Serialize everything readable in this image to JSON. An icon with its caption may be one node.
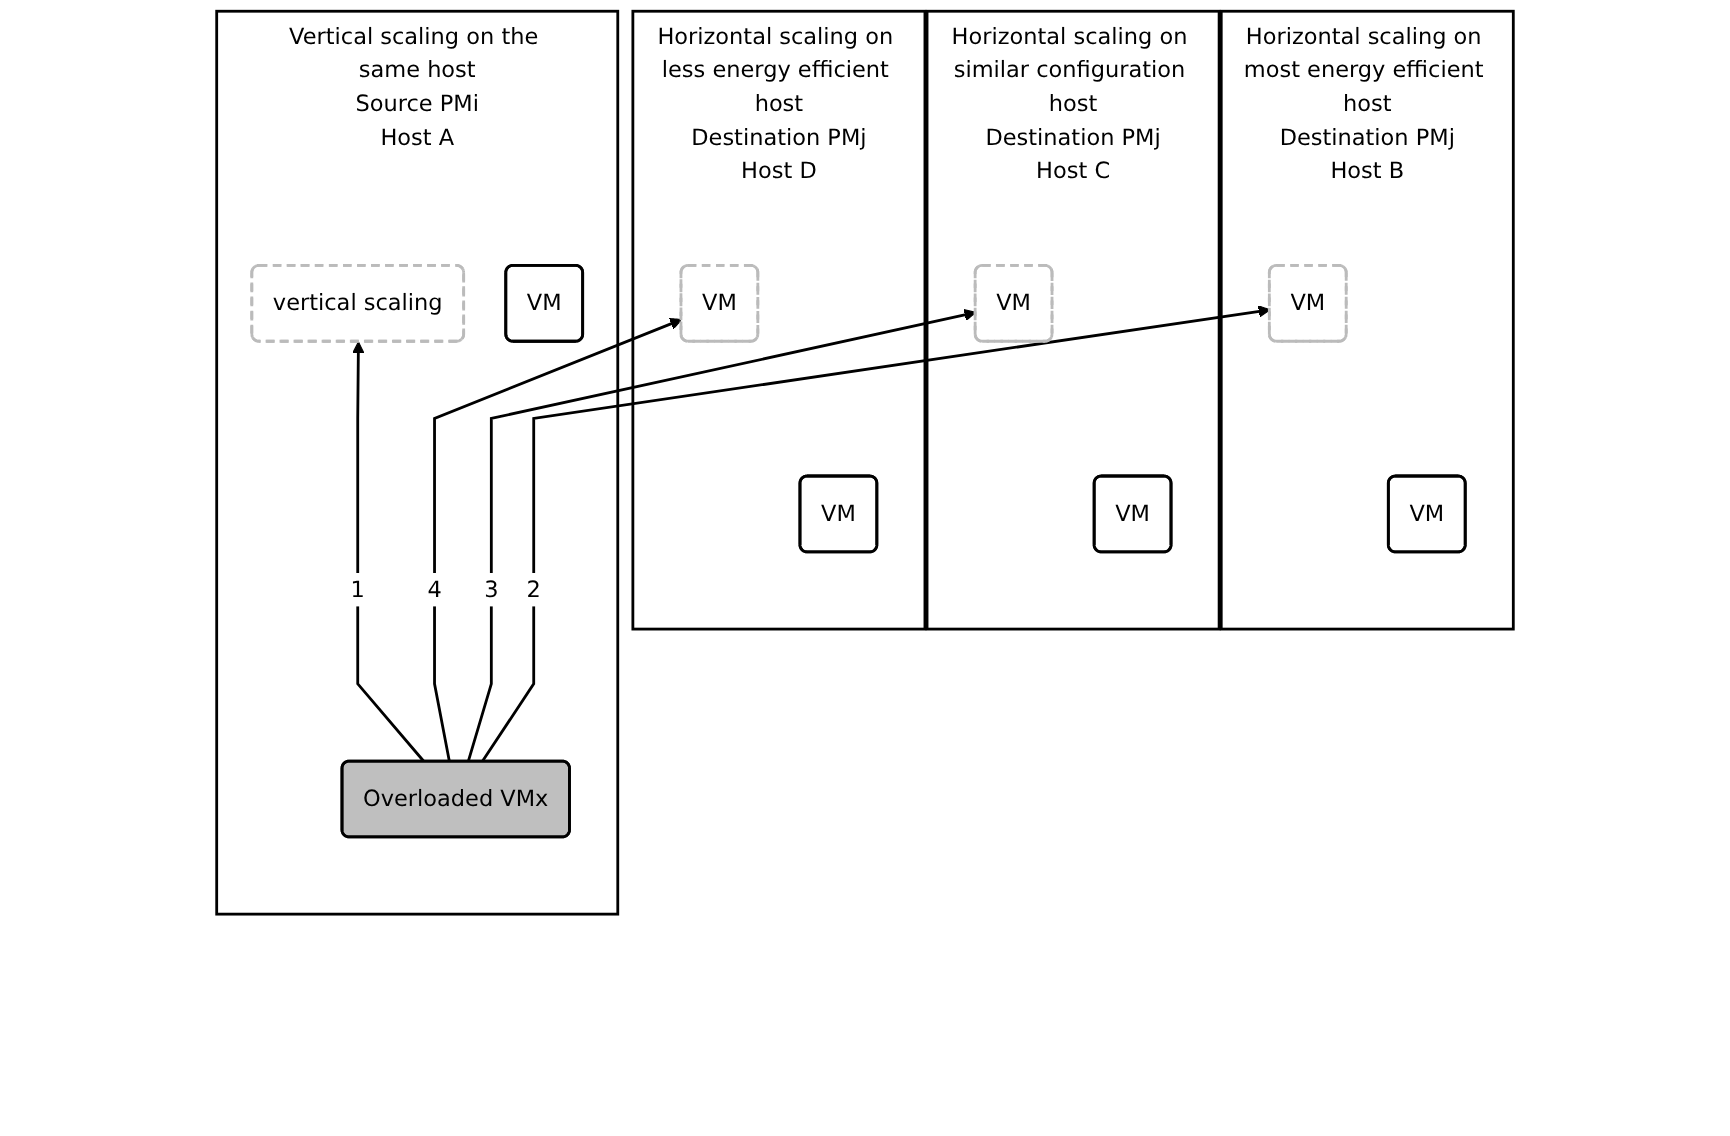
{
  "diagram": {
    "nodes": [
      {
        "text": [
          "Horizontal scaling on less energy efficient host",
          "Destination PMj",
          "Host D"
        ]
      },
      {
        "text": [
          "VM"
        ],
        "in": 0
      },
      {
        "text": [
          "VM"
        ],
        "in": 0
      },
      {
        "text": [
          "Horizontal scaling on similar configuration host",
          "Destination PMj",
          "Host C"
        ]
      },
      {
        "text": [
          "VM"
        ],
        "in": 3
      },
      {
        "text": [
          "VM"
        ],
        "in": 3
      },
      {
        "text": [
          "Horizontal scaling on most energy efficient host",
          "Destination PMj",
          "Host B"
        ]
      },
      {
        "text": [
          "VM"
        ],
        "in": 6
      },
      {
        "text": [
          "VM"
        ],
        "in": 6
      },
      {
        "text": [
          "Vertical scaling on the same host",
          "Source PMi",
          "Host A"
        ]
      },
      {
        "text": [
          "vertical scaling"
        ],
        "in": 9
      },
      {
        "text": [
          "Overloaded VMx"
        ],
        "in": 9
      },
      {
        "text": [
          "VM"
        ],
        "in": 9
      }
    ],
    "edges": [
      {
        "from": 11,
        "to": 10,
        "arrow": "to",
        "label": "1"
      },
      {
        "from": 11,
        "to": 7,
        "arrow": "to",
        "label": "2"
      },
      {
        "from": 11,
        "to": 4,
        "arrow": "to",
        "label": "3"
      },
      {
        "from": 11,
        "to": 1,
        "arrow": "to",
        "label": "4"
      }
    ]
  }
}
